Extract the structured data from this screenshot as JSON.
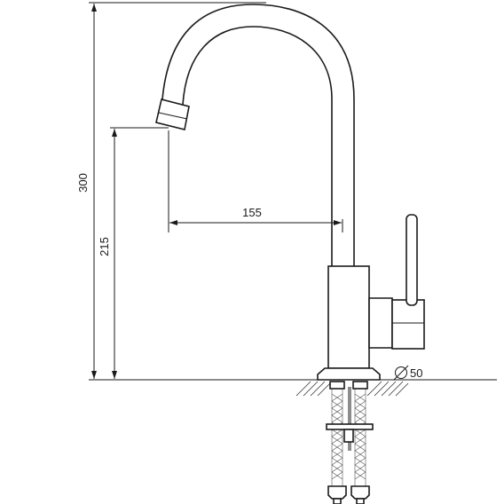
{
  "dimensions": {
    "total_height": "300",
    "spout_height": "215",
    "spout_reach": "155",
    "hole_diameter": "50"
  },
  "symbols": {
    "diameter": "diameter-symbol"
  }
}
